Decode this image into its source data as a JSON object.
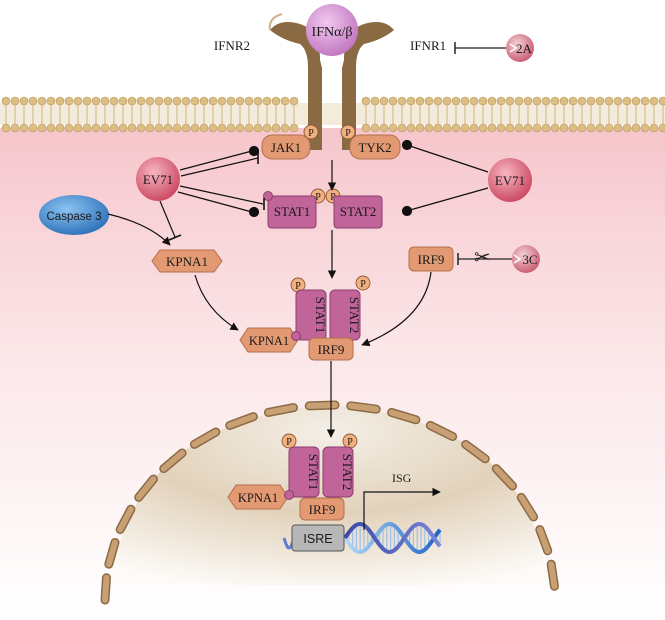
{
  "ligand": {
    "label": "IFNα/β"
  },
  "receptors": {
    "ifnr2": "IFNR2",
    "ifnr1": "IFNR1"
  },
  "viral_proteases": {
    "p2a": "2A",
    "p3c": "3C"
  },
  "kinases": {
    "jak1": "JAK1",
    "tyk2": "TYK2"
  },
  "phospho": "P",
  "ev71": {
    "left": "EV71",
    "right": "EV71"
  },
  "caspase": "Caspase 3",
  "stats": {
    "stat1": "STAT1",
    "stat2": "STAT2"
  },
  "kpna1": "KPNA1",
  "irf9": "IRF9",
  "isre": "ISRE",
  "isg": "ISG",
  "colors": {
    "receptor": "#8a6a42",
    "jak": "#e39a72",
    "stat": "#c0649a",
    "ev71": "#d45a72",
    "caspase": "#3a86d0",
    "isre": "#b7b7b7",
    "membrane_head": "#d9b77a",
    "nucleus_segment": "#b98e5e"
  },
  "icons": {
    "scissors": "scissors-icon"
  }
}
